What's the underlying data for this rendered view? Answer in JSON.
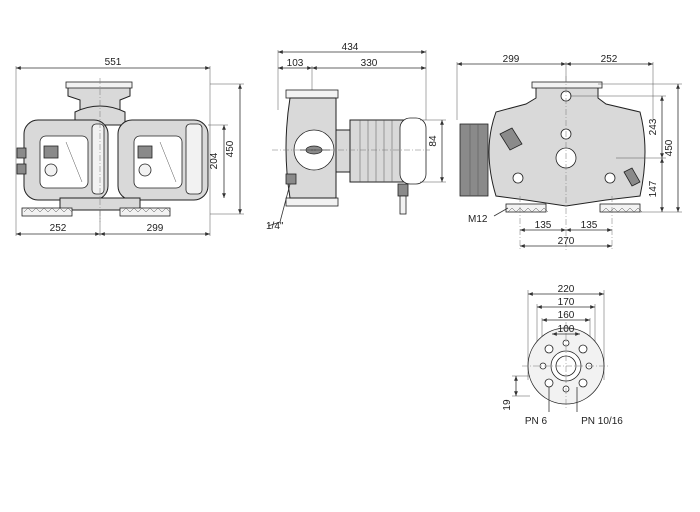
{
  "front_view": {
    "width_overall": "551",
    "height_overall": "450",
    "height_center": "204",
    "left_part": "252",
    "right_part": "299"
  },
  "side_view": {
    "length_overall": "434",
    "flange_offset": "103",
    "motor_length": "330",
    "shaft_height": "84",
    "pipe_thread": "1/4\""
  },
  "rear_view": {
    "left_part": "299",
    "right_part": "252",
    "height_overall": "450",
    "height_upper": "243",
    "height_lower": "147",
    "bolt_size": "M12",
    "foot_left": "135",
    "foot_right": "135",
    "foot_total": "270"
  },
  "flange_view": {
    "d_outer": "220",
    "d_bolt_pn6": "170",
    "d_bolt_pn10": "160",
    "d_bore": "100",
    "thickness": "19",
    "pn_low_label": "PN 6",
    "pn_high_label": "PN 10/16"
  }
}
